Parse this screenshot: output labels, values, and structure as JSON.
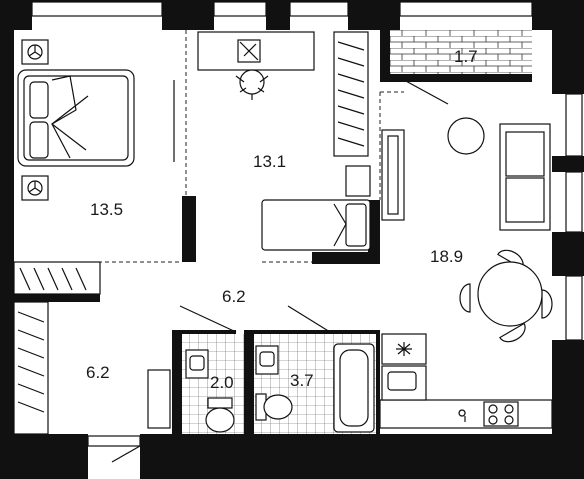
{
  "plan": {
    "rooms": [
      {
        "key": "bedroom",
        "area": "13.5"
      },
      {
        "key": "study",
        "area": "13.1"
      },
      {
        "key": "balcony",
        "area": "1.7"
      },
      {
        "key": "living",
        "area": "18.9"
      },
      {
        "key": "hall",
        "area": "6.2"
      },
      {
        "key": "entry",
        "area": "6.2"
      },
      {
        "key": "wc",
        "area": "2.0"
      },
      {
        "key": "bath",
        "area": "3.7"
      }
    ]
  }
}
